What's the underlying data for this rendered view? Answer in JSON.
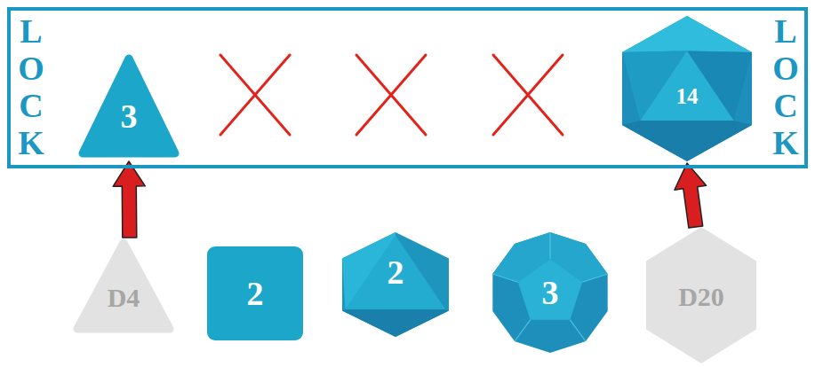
{
  "diagram": {
    "nodes": [
      {
        "text": [
          "LOCK",
          "LOCK"
        ]
      },
      {
        "text": [
          "3"
        ],
        "in": 0
      },
      {
        "text": [
          "14"
        ],
        "in": 0
      },
      {
        "text": [
          "D4"
        ]
      },
      {
        "text": [
          "2"
        ]
      },
      {
        "text": [
          "2"
        ]
      },
      {
        "text": [
          "3"
        ]
      },
      {
        "text": [
          "D20"
        ]
      }
    ],
    "edges": [
      {
        "from": 3,
        "to": 1,
        "arrow": "to"
      },
      {
        "from": 7,
        "to": 2,
        "arrow": "to"
      }
    ]
  }
}
